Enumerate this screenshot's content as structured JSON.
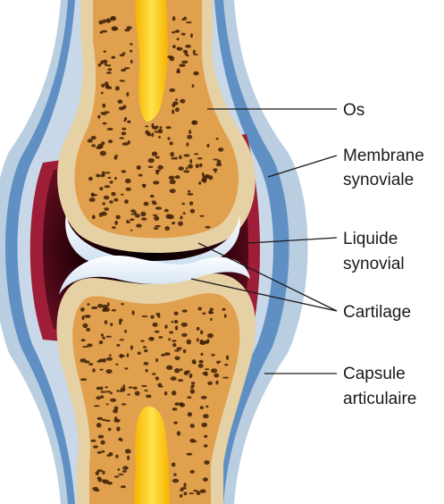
{
  "labels": {
    "os": "Os",
    "membrane_line1": "Membrane",
    "membrane_line2": "synoviale",
    "liquide_line1": "Liquide",
    "liquide_line2": "synovial",
    "cartilage": "Cartilage",
    "capsule_line1": "Capsule",
    "capsule_line2": "articulaire"
  },
  "colors": {
    "capsule_outer": "#b9cee0",
    "capsule_inner": "#5f8fc3",
    "membrane": "#9e1e37",
    "synovial_fluid": "#2a0008",
    "bone_shell": "#e6d1a4",
    "spongy_bone": "#e1a04d",
    "marrow": "#ffcf1c",
    "cartilage": "#e9f1fa"
  }
}
